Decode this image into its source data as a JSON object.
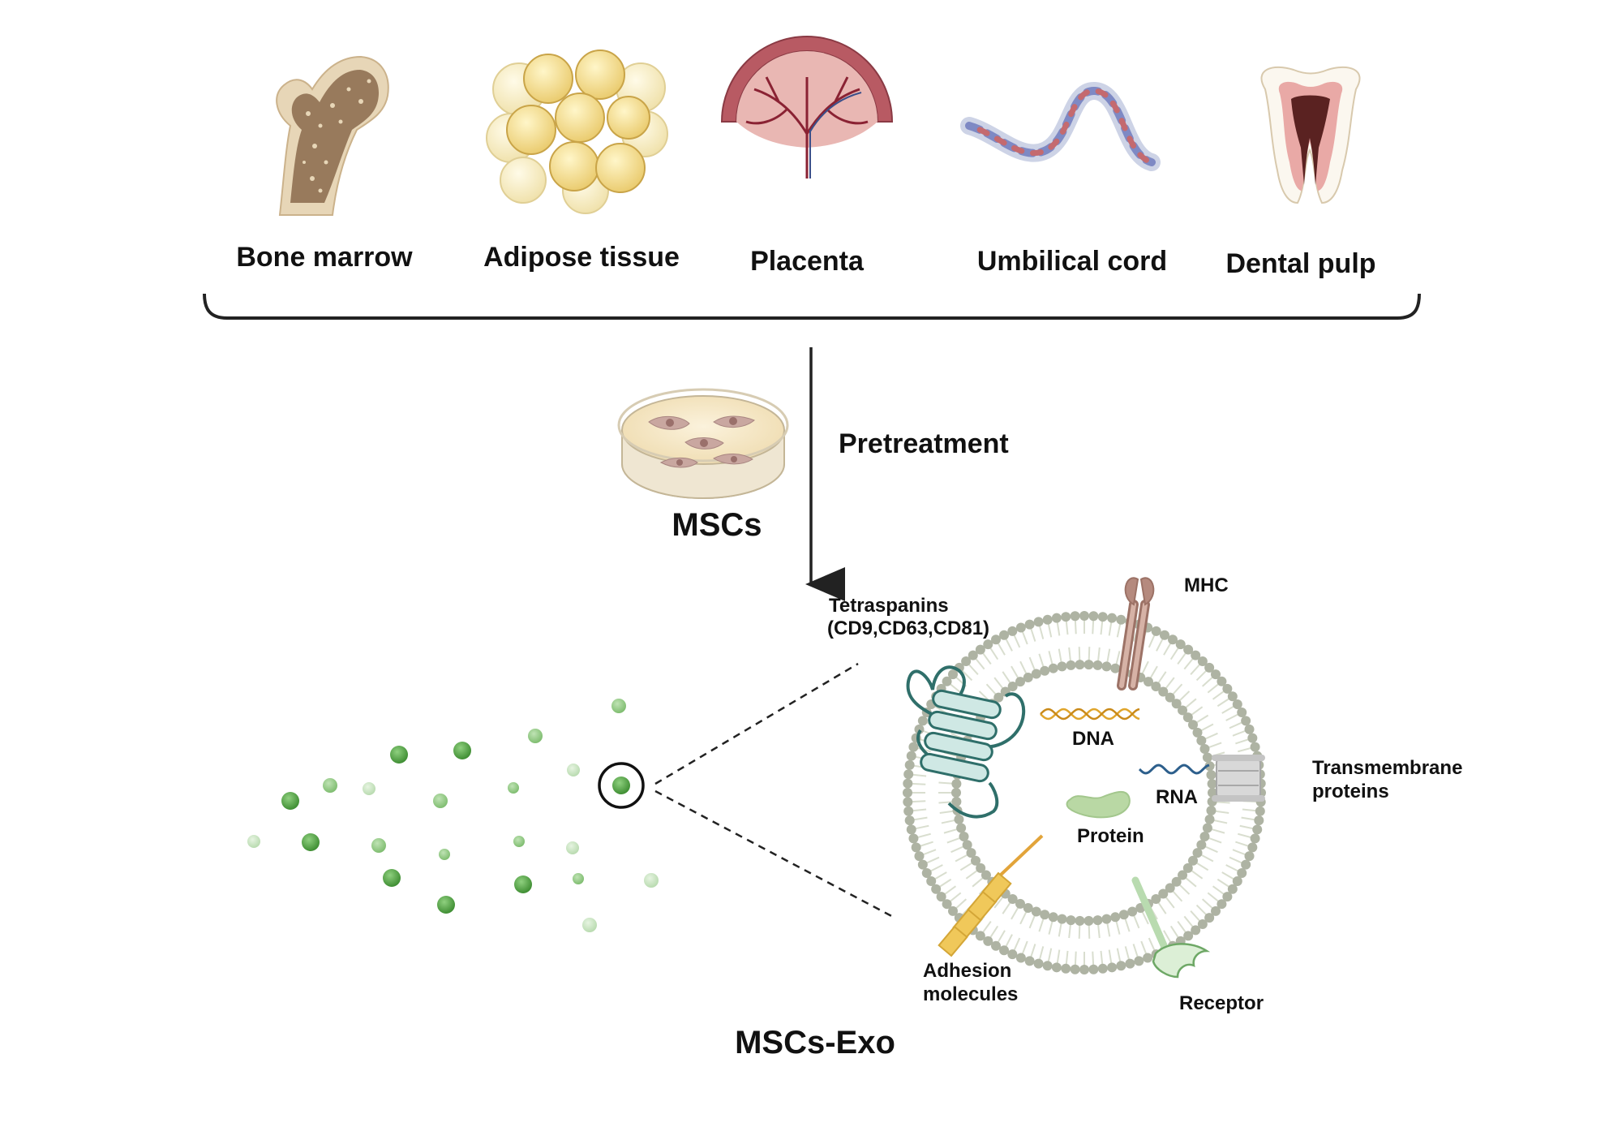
{
  "sources": [
    {
      "label": "Bone marrow",
      "icon": "bone-marrow-icon"
    },
    {
      "label": "Adipose tissue",
      "icon": "adipose-tissue-icon"
    },
    {
      "label": "Placenta",
      "icon": "placenta-icon"
    },
    {
      "label": "Umbilical cord",
      "icon": "umbilical-cord-icon"
    },
    {
      "label": "Dental pulp",
      "icon": "tooth-icon"
    }
  ],
  "process": {
    "step_label": "Pretreatment",
    "cells_label": "MSCs",
    "product_label": "MSCs-Exo"
  },
  "exosome": {
    "tetraspanins": "Tetraspanins",
    "tetraspanins_sub": "(CD9,CD63,CD81)",
    "mhc": "MHC",
    "dna": "DNA",
    "rna": "RNA",
    "protein": "Protein",
    "transmembrane_line1": "Transmembrane",
    "transmembrane_line2": "proteins",
    "adhesion_line1": "Adhesion",
    "adhesion_line2": "molecules",
    "receptor": "Receptor"
  },
  "colors": {
    "membrane_head": "#aeb3a3",
    "membrane_tail": "#d9decf",
    "vesicle_dark": "#5aa34a",
    "vesicle_light": "#b9dbb0",
    "tetraspanin": "#2f6f6a",
    "mhc": "#b58a7e",
    "dna": "#e0a52c",
    "rna": "#2d5f8c",
    "protein": "#b9d8a4",
    "receptor": "#c7e2bf",
    "adhesion": "#f0c85a"
  }
}
